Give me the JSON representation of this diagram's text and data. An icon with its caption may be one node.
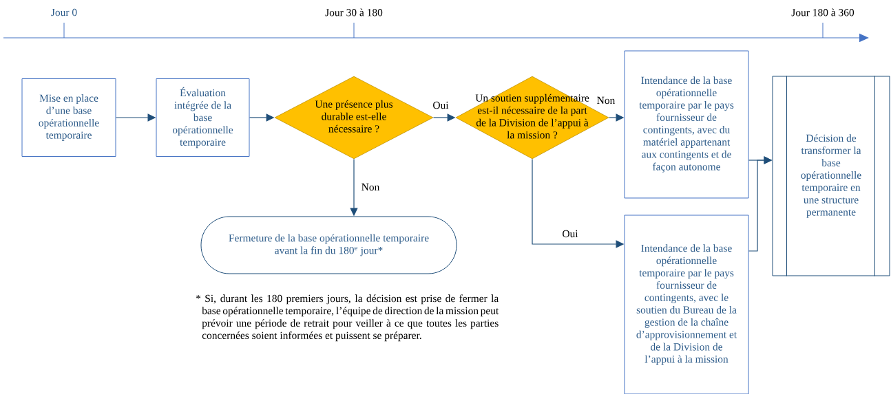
{
  "diagram": {
    "nodes": [
      {
        "text": [
          "Mise en place d’une base opérationnelle temporaire"
        ]
      },
      {
        "text": [
          "Évaluation intégrée de la base opérationnelle temporaire"
        ]
      },
      {
        "text": [
          "Une présence plus durable est-elle nécessaire ?"
        ]
      },
      {
        "text": [
          "Un soutien supplémentaire est-il nécessaire de la part de la Division de l’appui à la mission ?"
        ]
      },
      {
        "text": [
          "Intendance de la base opérationnelle temporaire par le pays fournisseur de contingents, avec du matériel appartenant aux contingents et de façon autonome"
        ]
      },
      {
        "text": [
          "Intendance de la base opérationnelle temporaire par le pays fournisseur de contingents, avec le soutien du Bureau de la gestion de la chaîne d’approvisionnement et de la Division de l’appui à la mission"
        ]
      },
      {
        "text": [
          "Décision de transformer la base opérationnelle temporaire en une structure permanente"
        ]
      },
      {
        "text": [
          "Fermeture de la base opérationnelle temporaire avant la fin du 180$^{e}$ jour*"
        ]
      }
    ],
    "edges": [
      {
        "from": 0,
        "to": 1,
        "arrow": "to"
      },
      {
        "from": 1,
        "to": 2,
        "arrow": "to"
      },
      {
        "from": 2,
        "to": 3,
        "arrow": "to",
        "label": "Oui"
      },
      {
        "from": 2,
        "to": 7,
        "arrow": "to",
        "label": "Non"
      },
      {
        "from": 3,
        "to": 4,
        "arrow": "to",
        "label": "Non"
      },
      {
        "from": 3,
        "to": 5,
        "arrow": "to",
        "label": "Oui"
      },
      {
        "from": 4,
        "to": 6,
        "arrow": "to"
      },
      {
        "from": 5,
        "to": 6,
        "arrow": "to"
      }
    ],
    "labels": [
      "Jour 0",
      "Jour 30 à 180",
      "Jour 180 à 360",
      "* Si, durant les 180 premiers jours, la décision est prise de fermer la base opérationnelle temporaire, l’équipe de direction de la mission peut prévoir une période de retrait pour veiller à ce que toutes les parties concernées soient informées et puissent se préparer."
    ]
  }
}
